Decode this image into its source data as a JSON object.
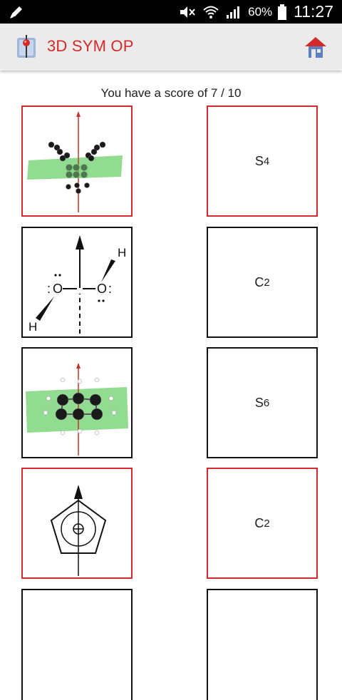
{
  "status_bar": {
    "battery_percent": "60%",
    "time": "11:27"
  },
  "app_bar": {
    "title": "3D SYM OP"
  },
  "score_text": "You have a score of 7 / 10",
  "colors": {
    "accent": "#d42a2a",
    "plane_green": "#7fd67f"
  },
  "rows": [
    {
      "image": "molecule-staggered-plane",
      "op": {
        "symbol": "S",
        "subscript": "4"
      }
    },
    {
      "image": "peroxide-lewis-structure",
      "lewis_labels": {
        "h_top": "H",
        "h_bottom": "H",
        "o_left": "O",
        "o_right": "O"
      },
      "op": {
        "symbol": "C",
        "subscript": "2"
      }
    },
    {
      "image": "cyclohexane-with-plane",
      "op": {
        "symbol": "S",
        "subscript": "6"
      }
    },
    {
      "image": "pentagon-axis-projection",
      "op": {
        "symbol": "C",
        "subscript": "2"
      }
    }
  ]
}
